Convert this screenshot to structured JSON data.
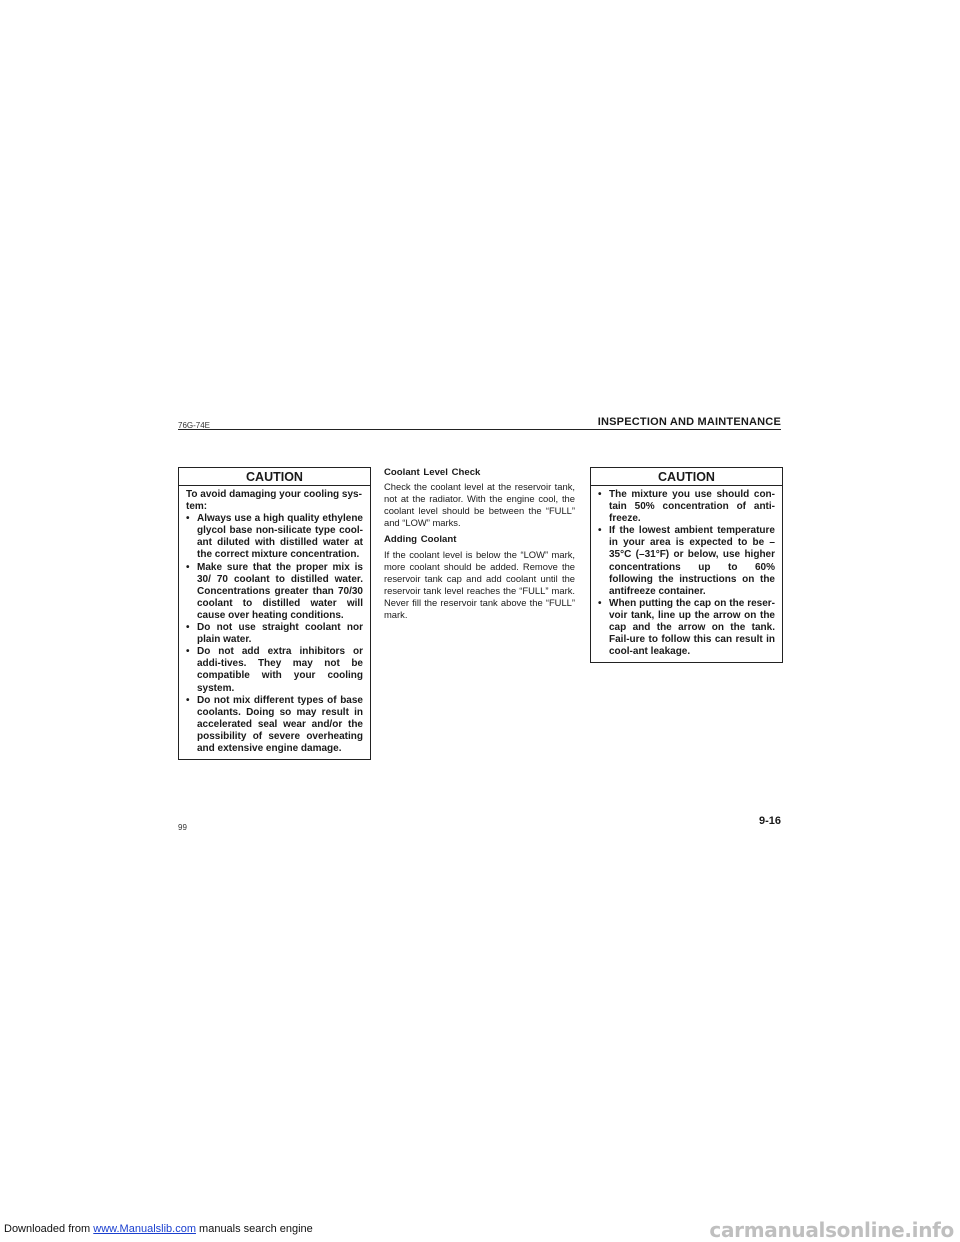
{
  "header": {
    "code": "76G-74E",
    "section_title": "INSPECTION AND MAINTENANCE"
  },
  "caution_left": {
    "title": "CAUTION",
    "intro": "To avoid damaging your cooling sys-tem:",
    "items": [
      "Always use a high quality ethylene glycol base non-silicate type cool-ant diluted with distilled water at the correct mixture concentration.",
      "Make sure that the proper mix is 30/ 70 coolant to distilled water. Concentrations greater than 70/30 coolant to distilled water will cause over heating conditions.",
      "Do not use straight coolant nor plain water.",
      "Do not add extra inhibitors or addi-tives. They may not be compatible with your cooling system.",
      "Do not mix different types of base coolants. Doing so may result in accelerated seal wear and/or the possibility of severe overheating and extensive engine damage."
    ]
  },
  "middle": {
    "heading1": "Coolant Level Check",
    "para1": "Check the coolant level at the reservoir tank, not at the radiator. With the engine cool, the coolant level should be between the “FULL” and “LOW” marks.",
    "heading2": "Adding Coolant",
    "para2": "If the coolant level is below the “LOW” mark, more coolant should be added. Remove the reservoir tank cap and add coolant until the reservoir tank level reaches the “FULL” mark. Never fill the reservoir tank above the “FULL” mark."
  },
  "caution_right": {
    "title": "CAUTION",
    "items": [
      "The mixture you use should con-tain 50% concentration of anti-freeze.",
      "If the lowest ambient temperature in your area is expected to be –35°C (–31°F) or below, use higher concentrations up to 60% following the instructions on the antifreeze container.",
      "When putting the cap on the reser-voir tank, line up the arrow on the cap and the arrow on the tank. Fail-ure to follow this can result in cool-ant leakage."
    ]
  },
  "footer": {
    "left_number": "99",
    "page_number": "9-16"
  },
  "banner": {
    "prefix": "Downloaded from ",
    "link": "www.Manualslib.com",
    "suffix": " manuals search engine",
    "logo": "carmanualsonline.info"
  },
  "bullet_char": "•"
}
